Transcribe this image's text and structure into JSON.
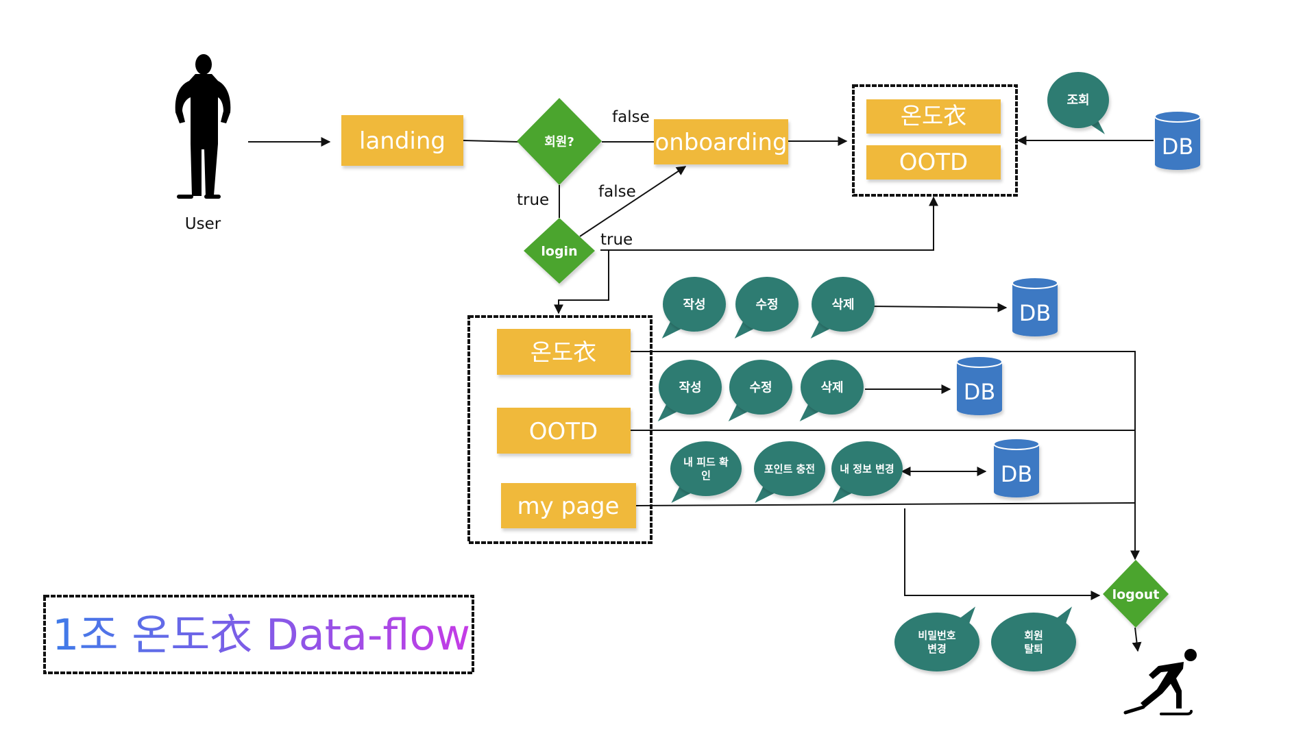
{
  "actor": {
    "label": "User"
  },
  "nodes": {
    "landing": "landing",
    "member_check": "회원?",
    "onboarding": "onboarding",
    "login": "login",
    "logout": "logout",
    "top_group": [
      "온도衣",
      "OOTD"
    ],
    "main_group": {
      "ondoui": "온도衣",
      "ootd": "OOTD",
      "mypage": "my page"
    }
  },
  "edge_labels": {
    "member_false": "false",
    "member_true": "true",
    "login_false": "false",
    "login_true": "true"
  },
  "bubbles": {
    "lookup": "조회",
    "ondoui_actions": [
      "작성",
      "수정",
      "삭제"
    ],
    "ootd_actions": [
      "작성",
      "수정",
      "삭제"
    ],
    "mypage_actions": [
      "내 피드 확\n인",
      "포인트 충전",
      "내 정보 변경"
    ],
    "account_actions": [
      "비밀번호\n변경",
      "회원\n탈퇴"
    ]
  },
  "db_label": "DB",
  "title": {
    "prefix": "1조 온도衣 ",
    "suffix": "Data-flow"
  },
  "colors": {
    "box": "#F0B93B",
    "diamond": "#4BA52E",
    "bubble": "#2F7B72",
    "db": "#3D79C3",
    "title_start": "#3F7BE8",
    "title_end": "#C53BE6"
  }
}
